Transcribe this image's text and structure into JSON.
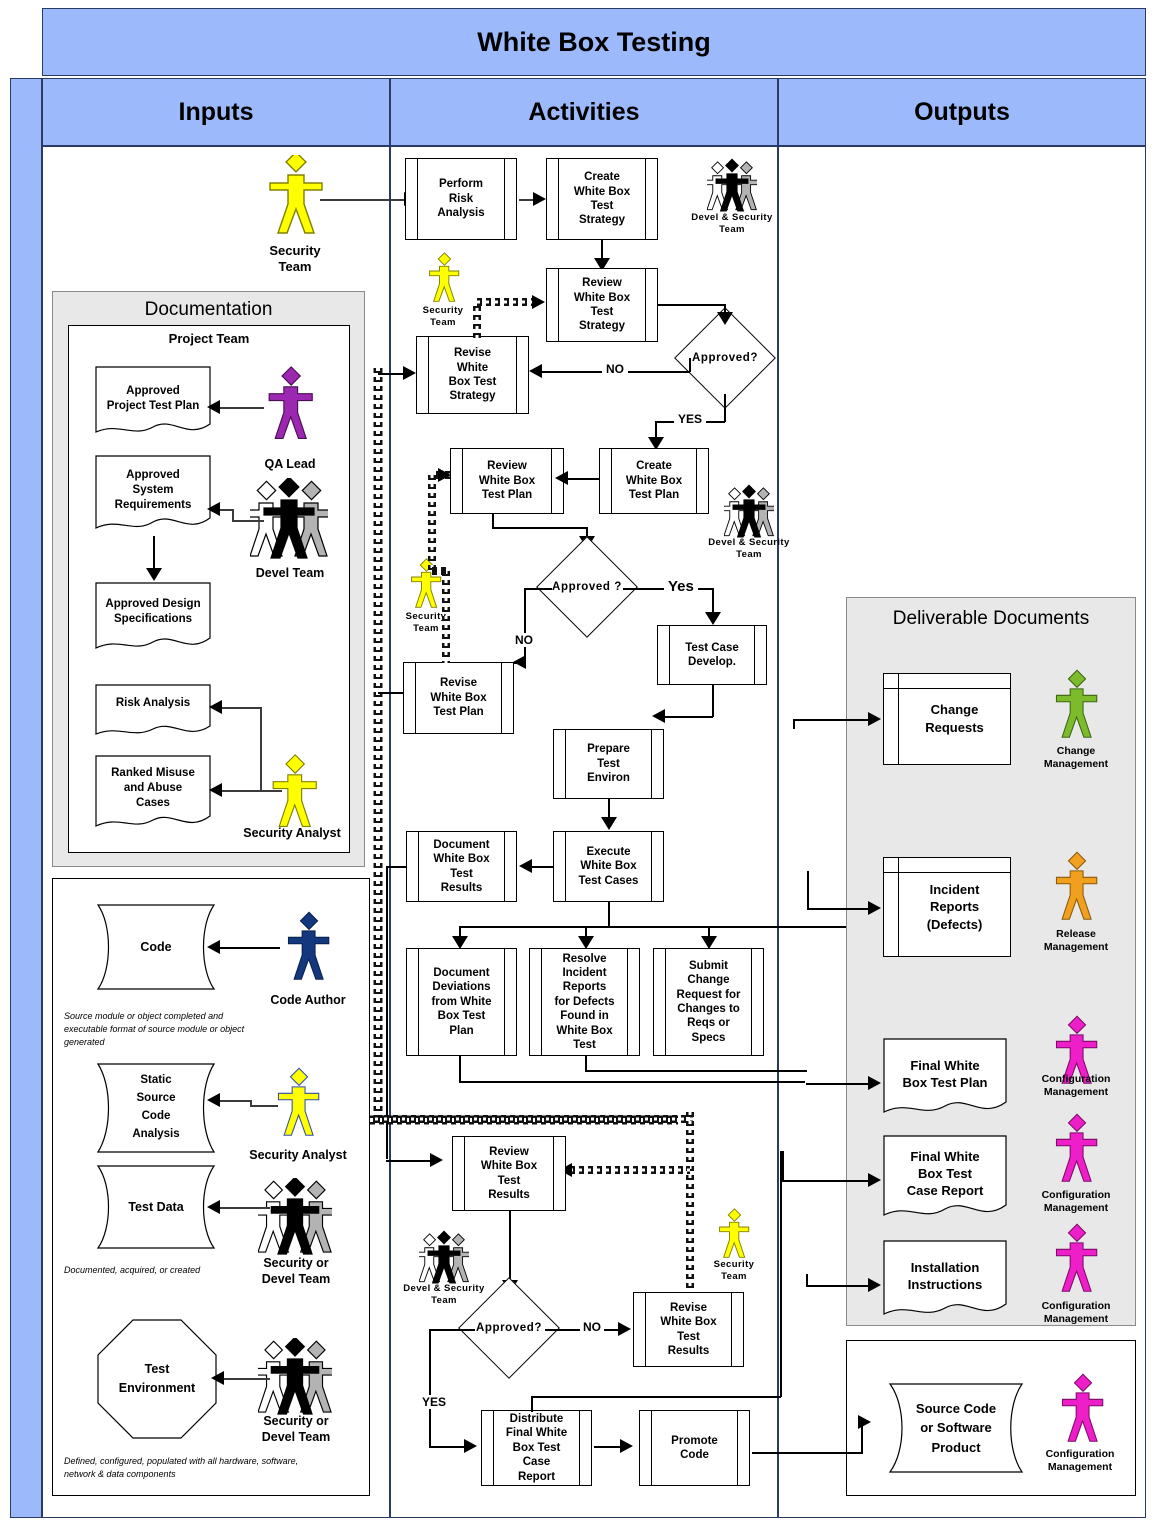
{
  "header": {
    "title": "White Box Testing"
  },
  "columns": [
    {
      "id": "inputs",
      "label": "Inputs"
    },
    {
      "id": "activities",
      "label": "Activities"
    },
    {
      "id": "outputs",
      "label": "Outputs"
    }
  ],
  "inputs": {
    "documentation_panel": {
      "title": "Documentation",
      "inner_title": "Project Team",
      "documents": [
        {
          "label": "Approved\nProject Test Plan"
        },
        {
          "label": "Approved\nSystem\nRequirements"
        },
        {
          "label": "Approved Design\nSpecifications"
        },
        {
          "label": "Risk Analysis"
        },
        {
          "label": "Ranked Misuse\nand Abuse\nCases"
        }
      ],
      "actors": [
        {
          "name": "QA Lead",
          "color": "#9C27B0",
          "type": "single"
        },
        {
          "name": "Devel Team",
          "color": "#000000",
          "type": "group"
        },
        {
          "name": "Security Analyst",
          "color": "#FFFF00",
          "type": "single"
        }
      ]
    },
    "code_panel": {
      "items": [
        {
          "label": "Code",
          "shape": "data",
          "note": "Source module or object completed and executable format of source module or object generated",
          "actor": {
            "name": "Code Author",
            "color": "#13387E",
            "type": "single"
          }
        },
        {
          "label": "Static\nSource\nCode\nAnalysis",
          "shape": "data",
          "note": "",
          "actor": {
            "name": "Security Analyst",
            "color": "#FFFF00",
            "type": "single"
          }
        },
        {
          "label": "Test Data",
          "shape": "data",
          "note": "Documented, acquired, or created",
          "actor": {
            "name": "Security or\nDevel Team",
            "color": "#000000",
            "type": "group"
          }
        },
        {
          "label": "Test\nEnvironment",
          "shape": "octagon",
          "note": "Defined, configured, populated with all hardware, software, network & data components",
          "actor": {
            "name": "Security or\nDevel Team",
            "color": "#000000",
            "type": "group"
          }
        }
      ]
    }
  },
  "activities": {
    "processes": [
      {
        "id": "perform-risk-analysis",
        "label": "Perform\nRisk\nAnalysis"
      },
      {
        "id": "create-wb-test-strategy",
        "label": "Create\nWhite Box\nTest\nStrategy"
      },
      {
        "id": "review-wb-test-strategy",
        "label": "Review\nWhite Box\nTest\nStrategy"
      },
      {
        "id": "revise-wb-test-strategy",
        "label": "Revise\nWhite\nBox Test\nStrategy"
      },
      {
        "id": "create-wb-test-plan",
        "label": "Create\nWhite Box\nTest Plan"
      },
      {
        "id": "review-wb-test-plan",
        "label": "Review\nWhite Box\nTest Plan"
      },
      {
        "id": "revise-wb-test-plan",
        "label": "Revise\nWhite Box\nTest Plan"
      },
      {
        "id": "test-case-develop",
        "label": "Test Case\nDevelop."
      },
      {
        "id": "prepare-test-environ",
        "label": "Prepare\nTest\nEnviron"
      },
      {
        "id": "execute-wb-test-cases",
        "label": "Execute\nWhite Box\nTest Cases"
      },
      {
        "id": "document-wb-test-results",
        "label": "Document\nWhite Box\nTest\nResults"
      },
      {
        "id": "document-deviations",
        "label": "Document\nDeviations\nfrom  White\nBox Test\nPlan"
      },
      {
        "id": "resolve-incident-reports",
        "label": "Resolve\nIncident\nReports\nfor Defects\nFound in\nWhite Box\nTest"
      },
      {
        "id": "submit-change-request",
        "label": "Submit\nChange\nRequest  for\nChanges to\nReqs or\nSpecs"
      },
      {
        "id": "review-wb-test-results",
        "label": "Review\nWhite Box\nTest\nResults"
      },
      {
        "id": "revise-wb-test-results",
        "label": "Revise\nWhite Box\nTest\nResults"
      },
      {
        "id": "distribute-final-report",
        "label": "Distribute\nFinal White\nBox Test\nCase\nReport"
      },
      {
        "id": "promote-code",
        "label": "Promote\nCode"
      }
    ],
    "decisions": [
      {
        "id": "approved-strategy",
        "label": "Approved?"
      },
      {
        "id": "approved-plan",
        "label": "Approved ?"
      },
      {
        "id": "approved-results",
        "label": "Approved?"
      }
    ],
    "flow_labels": {
      "no_strategy": "NO",
      "yes_strategy": "YES",
      "no_plan": "NO",
      "yes_plan": "Yes",
      "no_results": "NO",
      "yes_results": "YES"
    },
    "actors": [
      {
        "id": "devel-security-top",
        "name": "Devel & Security\nTeam",
        "color": "#000000",
        "type": "group"
      },
      {
        "id": "security-team-strategy",
        "name": "Security\nTeam",
        "color": "#FFFF00",
        "type": "single"
      },
      {
        "id": "devel-security-plan",
        "name": "Devel & Security\nTeam",
        "color": "#000000",
        "type": "group"
      },
      {
        "id": "security-team-plan",
        "name": "Security\nTeam",
        "color": "#FFFF00",
        "type": "single"
      },
      {
        "id": "devel-security-results",
        "name": "Devel & Security\nTeam",
        "color": "#000000",
        "type": "group"
      },
      {
        "id": "security-team-results",
        "name": "Security\nTeam",
        "color": "#FFFF00",
        "type": "single"
      }
    ]
  },
  "outputs": {
    "deliverables_panel": {
      "title": "Deliverable Documents",
      "items": [
        {
          "label": "Change\nRequests",
          "shape": "table",
          "actor": {
            "name": "Change\nManagement",
            "color": "#7CBB2C"
          }
        },
        {
          "label": "Incident\nReports\n(Defects)",
          "shape": "table",
          "actor": {
            "name": "Release\nManagement",
            "color": "#F0A01E"
          }
        },
        {
          "label": "Final White\nBox Test Plan",
          "shape": "doc",
          "actor": {
            "name": "Configuration\nManagement",
            "color": "#EE1EC8"
          }
        },
        {
          "label": "Final White\nBox Test\nCase Report",
          "shape": "doc",
          "actor": {
            "name": "Configuration\nManagement",
            "color": "#EE1EC8"
          }
        },
        {
          "label": "Installation\nInstructions",
          "shape": "doc",
          "actor": {
            "name": "Configuration\nManagement",
            "color": "#EE1EC8"
          }
        }
      ]
    },
    "product_panel": {
      "item": {
        "label": "Source Code\nor Software\nProduct",
        "shape": "data",
        "actor": {
          "name": "Configuration\nManagement",
          "color": "#EE1EC8"
        }
      }
    }
  },
  "colors": {
    "header_blue": "#9cb9fc",
    "panel_grey": "#e8e8e8",
    "outline": "#2b3a63",
    "line": "#3b3b3b"
  }
}
